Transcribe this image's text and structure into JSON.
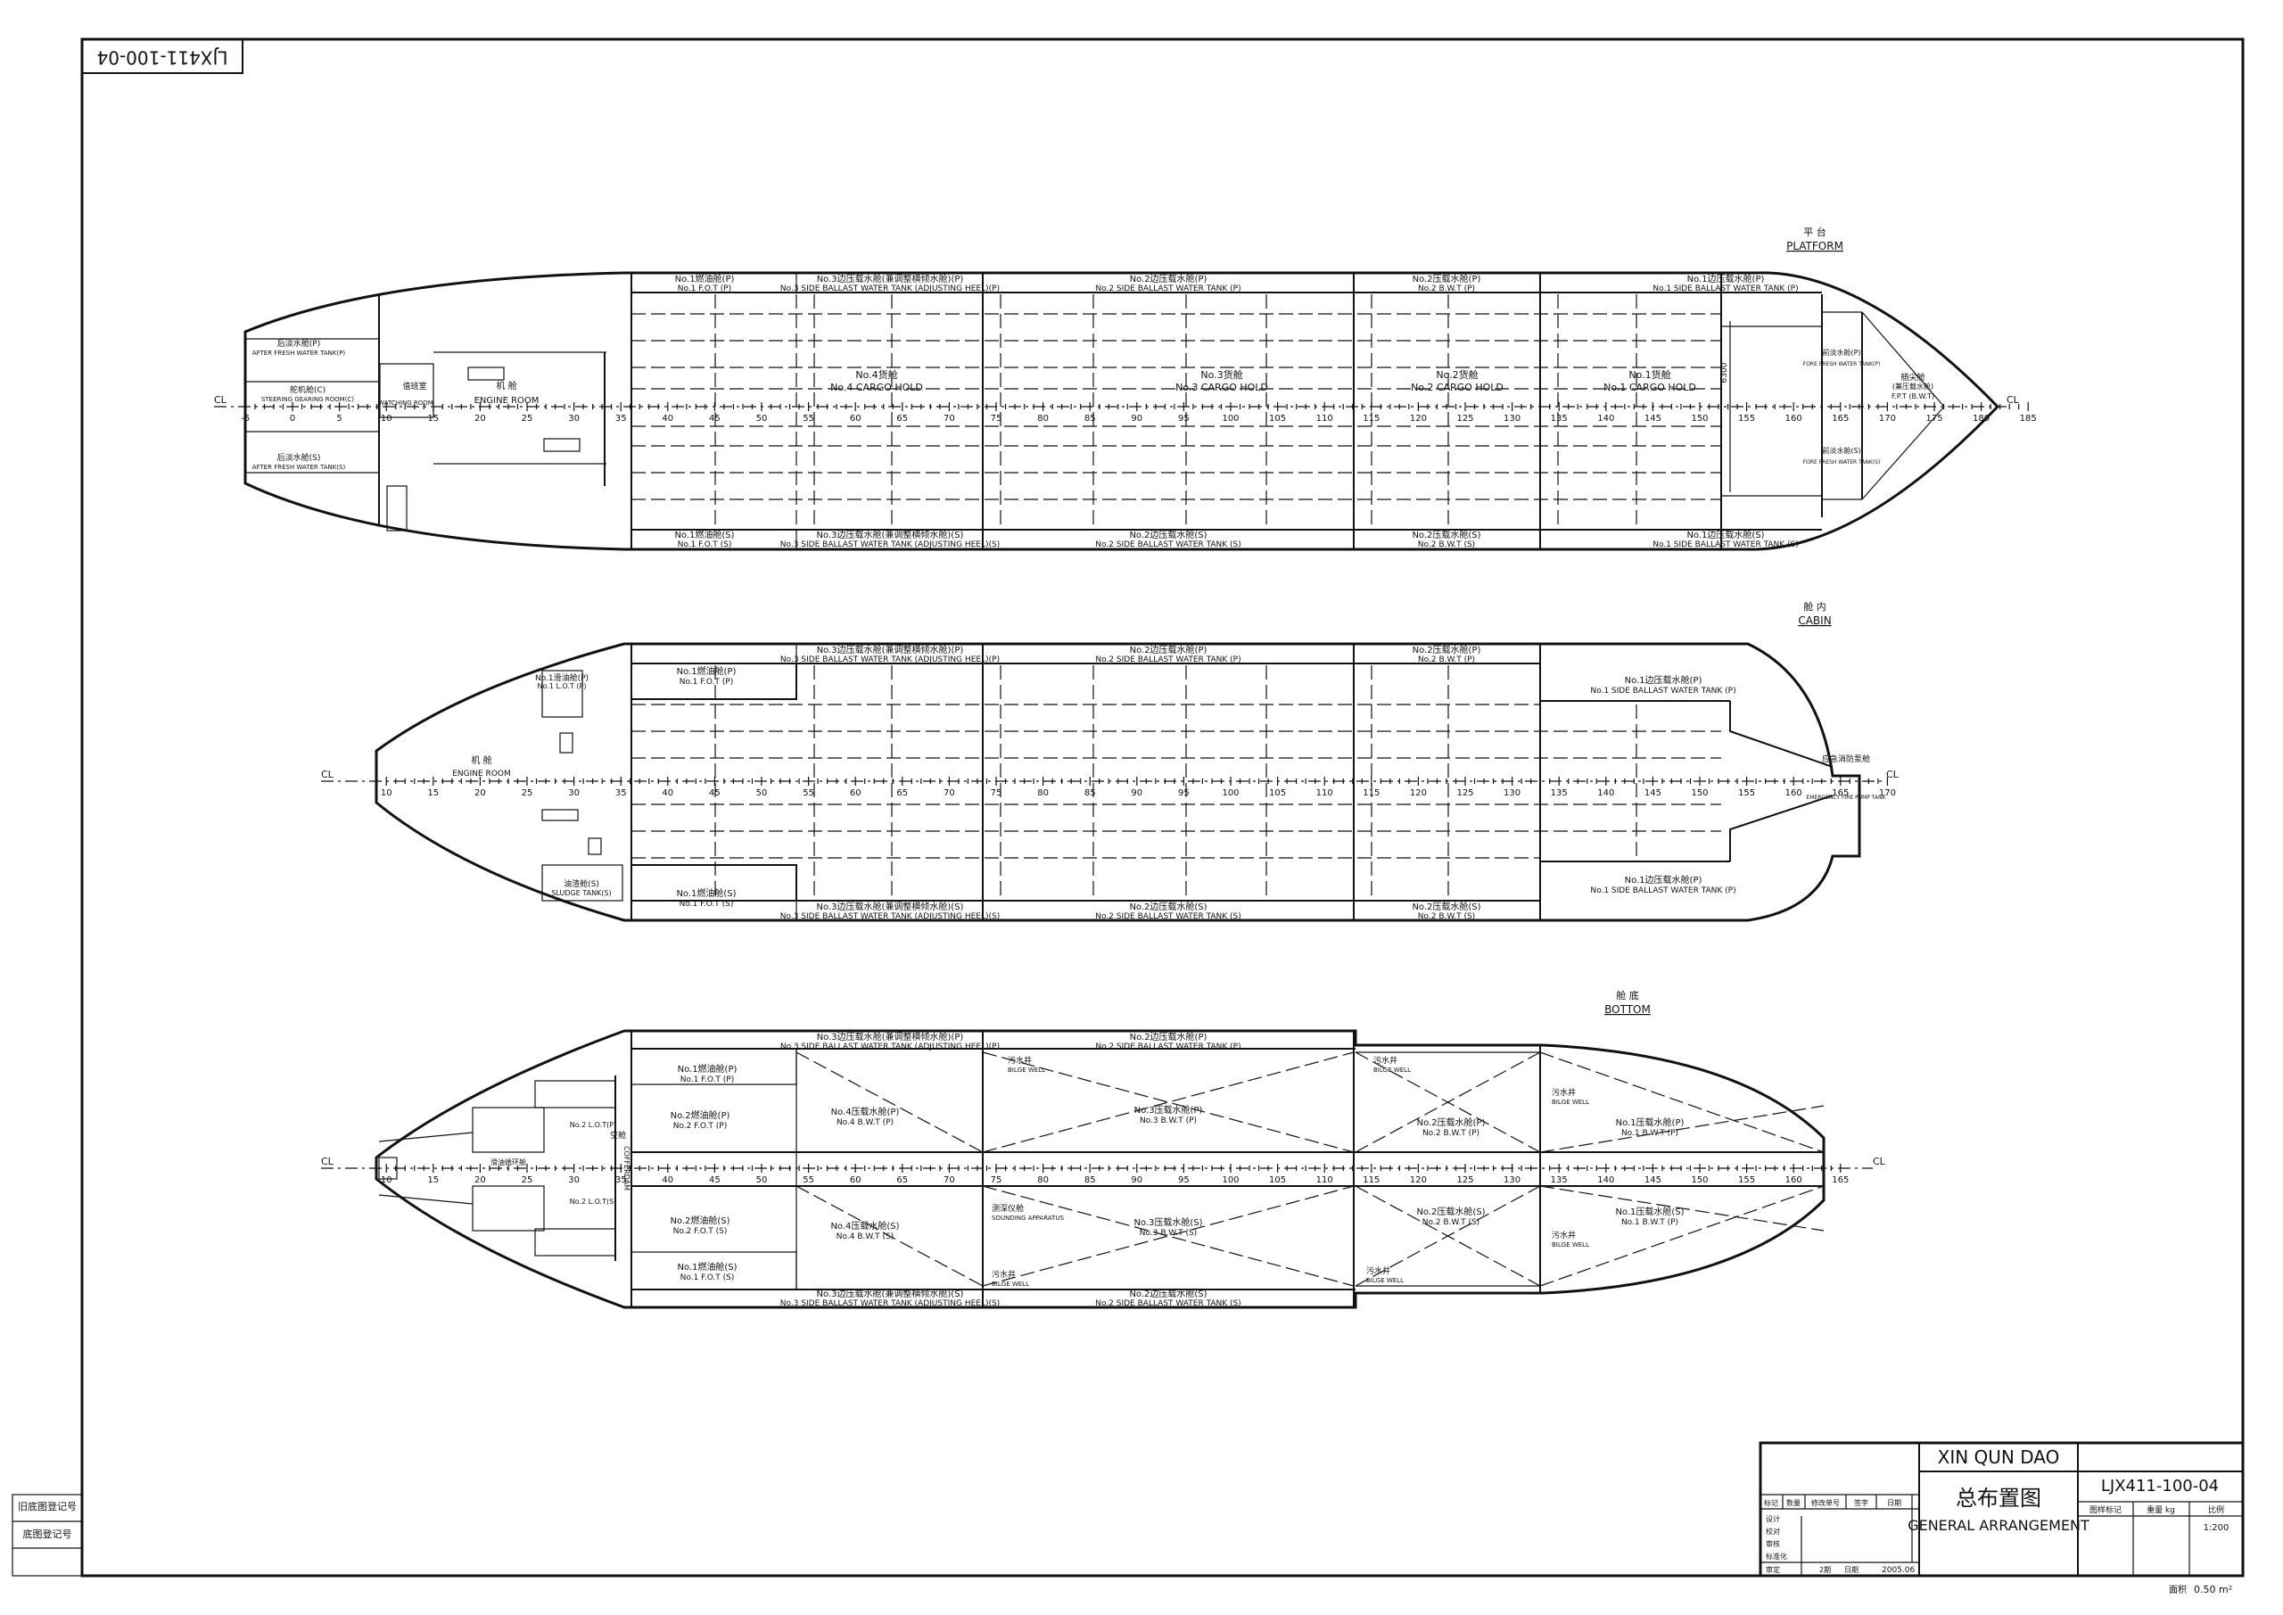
{
  "drawing_number": "LJX411-100-04",
  "title_block": {
    "ship_name": "XIN QUN DAO",
    "title_cn": "总布置图",
    "title_en": "GENERAL ARRANGEMENT",
    "drawing_no": "LJX411-100-04",
    "headers": [
      "标记",
      "数量",
      "修改单号",
      "签字",
      "日期"
    ],
    "roles": [
      "设计",
      "校对",
      "审核",
      "标准化",
      "审定"
    ],
    "col_mark": "图样标记",
    "col_weight": "重量 kg",
    "col_scale": "比例",
    "scale": "1:200",
    "stage": "2期",
    "date_label": "日期",
    "date": "2005.06",
    "area_label": "面积",
    "area_value": "0.50 m²"
  },
  "side_labels": [
    "旧底图登记号",
    "底图登记号"
  ],
  "views": {
    "platform": {
      "cn": "平 台",
      "en": "PLATFORM"
    },
    "cabin": {
      "cn": "舱 内",
      "en": "CABIN"
    },
    "bottom": {
      "cn": "舱 底",
      "en": "BOTTOM"
    }
  },
  "cl": "CL",
  "platform_labels": {
    "p_fot_p": "No.1燃油舱(P)",
    "p_fot_p_en": "No.1 F.O.T (P)",
    "p_bwt3_p": "No.3边压载水舱(兼调整横倾水舱)(P)",
    "p_bwt3_p_en": "No.3 SIDE BALLAST WATER TANK (ADJUSTING HEEL)(P)",
    "p_bwt2_p": "No.2边压载水舱(P)",
    "p_bwt2_p_en": "No.2 SIDE BALLAST WATER TANK (P)",
    "p_bwt2b_p": "No.2压载水舱(P)",
    "p_bwt2b_p_en": "No.2 B.W.T (P)",
    "p_bwt1_p": "No.1边压载水舱(P)",
    "p_bwt1_p_en": "No.1 SIDE BALLAST WATER TANK (P)",
    "p_fot_s": "No.1燃油舱(S)",
    "p_fot_s_en": "No.1 F.O.T (S)",
    "p_bwt3_s": "No.3边压载水舱(兼调整横倾水舱)(S)",
    "p_bwt3_s_en": "No.3 SIDE BALLAST WATER TANK (ADJUSTING HEEL)(S)",
    "p_bwt2_s": "No.2边压载水舱(S)",
    "p_bwt2_s_en": "No.2 SIDE BALLAST WATER TANK (S)",
    "p_bwt2b_s": "No.2压载水舱(S)",
    "p_bwt2b_s_en": "No.2 B.W.T (S)",
    "p_bwt1_s": "No.1边压载水舱(S)",
    "p_bwt1_s_en": "No.1 SIDE BALLAST WATER TANK (S)",
    "hold4_cn": "No.4货舱",
    "hold4_en": "No.4 CARGO HOLD",
    "hold3_cn": "No.3货舱",
    "hold3_en": "No.3 CARGO HOLD",
    "hold2_cn": "No.2货舱",
    "hold2_en": "No.2 CARGO HOLD",
    "hold1_cn": "No.1货舱",
    "hold1_en": "No.1 CARGO HOLD",
    "aft_fw_p": "后淡水舱(P)",
    "aft_fw_p_en": "AFTER FRESH WATER TANK(P)",
    "steer_cn": "舵机舱(C)",
    "steer_en": "STEERING GEARING ROOM(C)",
    "aft_fw_s": "后淡水舱(S)",
    "aft_fw_s_en": "AFTER FRESH WATER TANK(S)",
    "watch_cn": "值班室",
    "watch_en": "WATCHING ROOM",
    "er_cn": "机 舱",
    "er_en": "ENGINE ROOM",
    "fore_fw_p": "前淡水舱(P)",
    "fore_fw_p_en": "FORE FRESH WATER TANK(P)",
    "fore_fw_s": "前淡水舱(S)",
    "fore_fw_s_en": "FORE FRESH WATER TANK(S)",
    "fpt_cn": "艏尖舱",
    "fpt_cn2": "(兼压载水舱)",
    "fpt_en": "F.P.T (B.W.T)",
    "dim": "6300"
  },
  "cabin_labels": {
    "lot_p": "No.1滑油舱(P)",
    "lot_p_en": "No.1 L.O.T (P)",
    "er_cn": "机 舱",
    "er_en": "ENGINE ROOM",
    "sludge_cn": "油渣舱(S)",
    "sludge_en": "SLUDGE TANK(S)",
    "fot_p": "No.1燃油舱(P)",
    "fot_p_en": "No.1 F.O.T (P)",
    "fot_s": "No.1燃油舱(S)",
    "fot_s_en": "No.1 F.O.T (S)",
    "sbwt1_p": "No.1边压载水舱(P)",
    "sbwt1_p_en": "No.1 SIDE BALLAST WATER TANK (P)",
    "sbwt1_s": "No.1边压载水舱(P)",
    "sbwt1_s_en": "No.1 SIDE BALLAST WATER TANK (P)",
    "efp_cn": "应急消防泵舱",
    "efp_en": "EMERGENCY FIRE PUMP TANK"
  },
  "bottom_labels": {
    "fot2_p": "No.2燃油舱(P)",
    "fot2_p_en": "No.2 F.O.T (P)",
    "fot1_p": "No.1燃油舱(P)",
    "fot1_p_en": "No.1 F.O.T (P)",
    "bwt4_p": "No.4压载水舱(P)",
    "bwt4_p_en": "No.4 B.W.T (P)",
    "bwt3_p": "No.3压载水舱(P)",
    "bwt3_p_en": "No.3 B.W.T (P)",
    "bwt2_p": "No.2压载水舱(P)",
    "bwt2_p_en": "No.2 B.W.T (P)",
    "bwt1_p": "No.1压载水舱(P)",
    "bwt1_p_en": "No.1 B.W.T (P)",
    "fot2_s": "No.2燃油舱(S)",
    "fot2_s_en": "No.2 F.O.T (S)",
    "fot1_s": "No.1燃油舱(S)",
    "fot1_s_en": "No.1 F.O.T (S)",
    "bwt4_s": "No.4压载水舱(S)",
    "bwt4_s_en": "No.4 B.W.T (S)",
    "bwt3_s": "No.3压载水舱(S)",
    "bwt3_s_en": "No.3 B.W.T (S)",
    "bwt2_s": "No.2压载水舱(S)",
    "bwt2_s_en": "No.2 B.W.T (S)",
    "bwt1_s": "No.1压载水舱(S)",
    "bwt1_s_en": "No.1 B.W.T (P)",
    "bilge_cn": "污水井",
    "bilge_en": "BILGE WELL",
    "sound_cn": "测深仪舱",
    "sound_en": "SOUNDING APPARATUS",
    "lot2": "No.2 L.O.T(P)",
    "lot2s": "No.2 L.O.T(S)",
    "lubeoil": "滑油循环舱",
    "coff": "COFFERDAM",
    "void": "空舱"
  },
  "frames_platform": [
    "-5",
    "0",
    "5",
    "10",
    "15",
    "20",
    "25",
    "30",
    "35",
    "40",
    "45",
    "50",
    "55",
    "60",
    "65",
    "70",
    "75",
    "80",
    "85",
    "90",
    "95",
    "100",
    "105",
    "110",
    "115",
    "120",
    "125",
    "130",
    "135",
    "140",
    "145",
    "150",
    "155",
    "160",
    "165",
    "170",
    "175",
    "180",
    "185"
  ],
  "frames_cabin": [
    "10",
    "15",
    "20",
    "25",
    "30",
    "35",
    "40",
    "45",
    "50",
    "55",
    "60",
    "65",
    "70",
    "75",
    "80",
    "85",
    "90",
    "95",
    "100",
    "105",
    "110",
    "115",
    "120",
    "125",
    "130",
    "135",
    "140",
    "145",
    "150",
    "155",
    "160",
    "165",
    "170"
  ],
  "frames_bottom": [
    "10",
    "15",
    "20",
    "25",
    "30",
    "35",
    "40",
    "45",
    "50",
    "55",
    "60",
    "65",
    "70",
    "75",
    "80",
    "85",
    "90",
    "95",
    "100",
    "105",
    "110",
    "115",
    "120",
    "125",
    "130",
    "135",
    "140",
    "145",
    "150",
    "155",
    "160",
    "165"
  ]
}
